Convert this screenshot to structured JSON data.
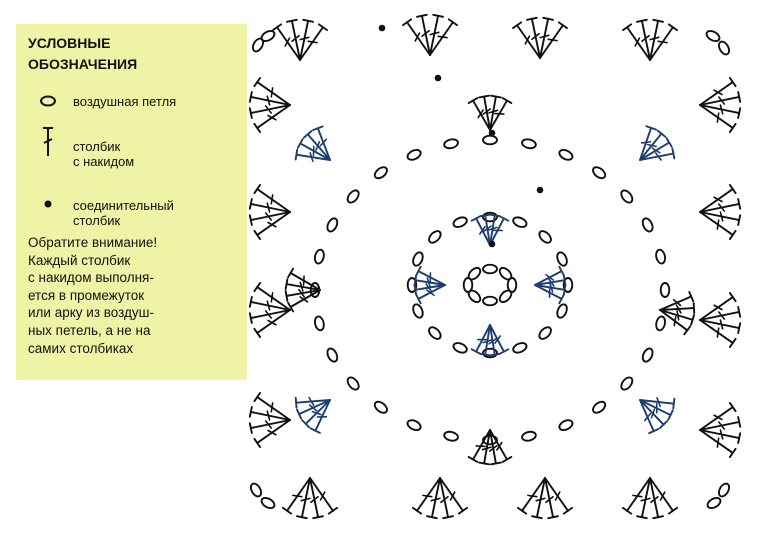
{
  "legend": {
    "title_line1": "УСЛОВНЫЕ",
    "title_line2": "ОБОЗНАЧЕНИЯ",
    "items": [
      {
        "symbol": "chain-oval",
        "label": "воздушная петля"
      },
      {
        "symbol": "double-crochet-stick",
        "label": "столбик\nс накидом"
      },
      {
        "symbol": "slip-stitch-dot",
        "label": "соединительный\nстолбик"
      }
    ],
    "note": "Обратите внимание!\nКаждый столбик\nс накидом выполня-\nется в промежуток\nили арку из воздуш-\nных петель, а не на\nсамих столбиках"
  },
  "colors": {
    "legend_bg": "#eef3a6",
    "ink_black": "#111111",
    "ink_blue": "#1e3d6e"
  }
}
